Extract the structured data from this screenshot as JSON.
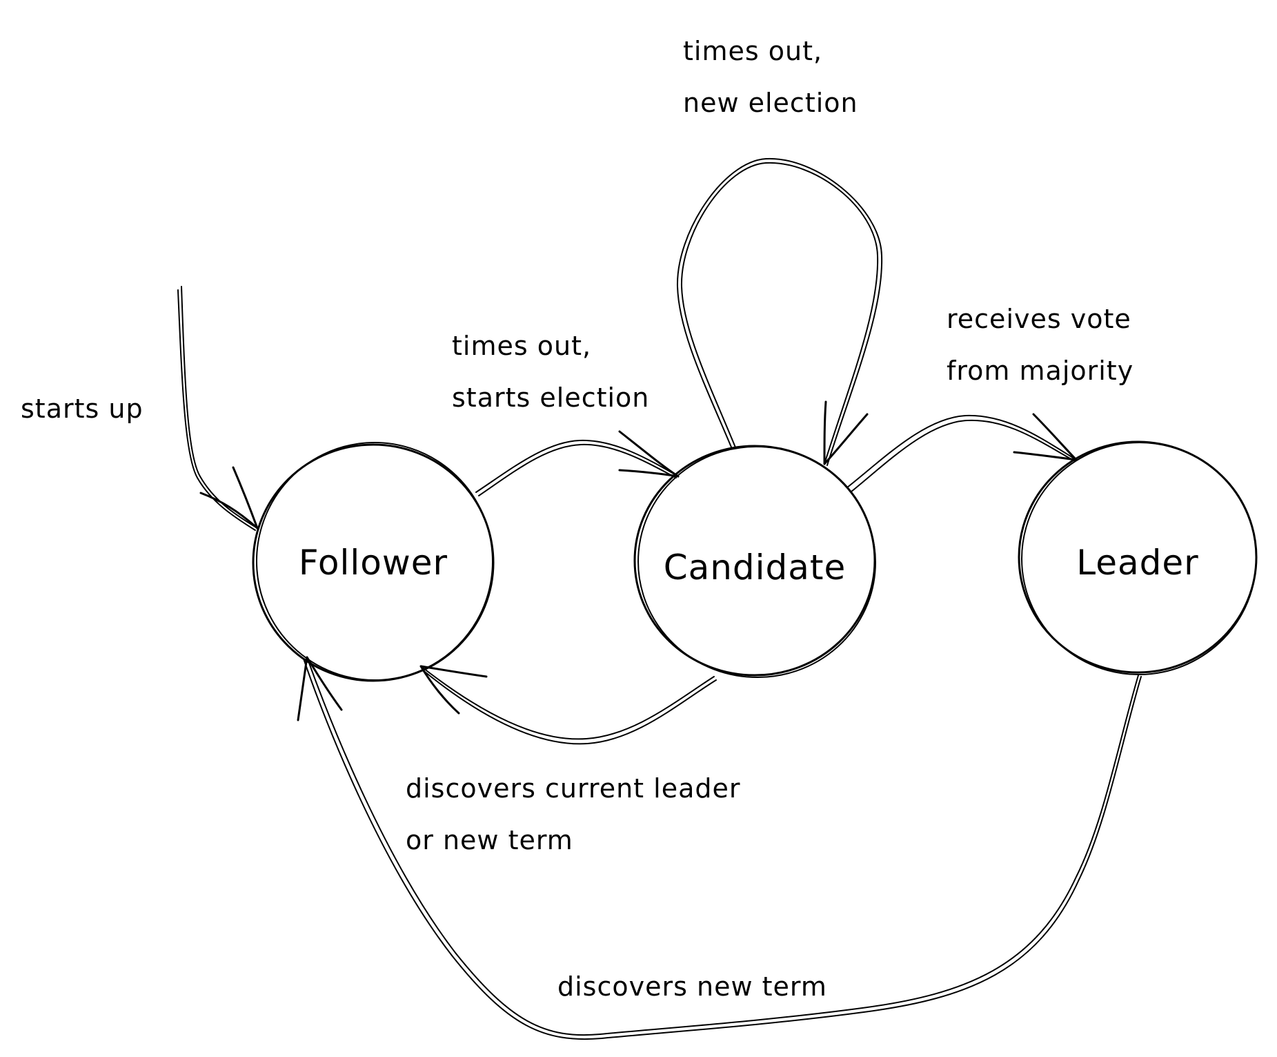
{
  "diagram": {
    "title": "Raft server states",
    "colors": {
      "stroke": "#000000",
      "background": "#ffffff"
    },
    "nodes": [
      {
        "id": "follower",
        "label": "Follower"
      },
      {
        "id": "candidate",
        "label": "Candidate"
      },
      {
        "id": "leader",
        "label": "Leader"
      }
    ],
    "edges": [
      {
        "id": "start",
        "from": null,
        "to": "follower",
        "label_lines": [
          "starts up"
        ]
      },
      {
        "id": "follower-candidate",
        "from": "follower",
        "to": "candidate",
        "label_lines": [
          "times out,",
          "starts election"
        ]
      },
      {
        "id": "candidate-self",
        "from": "candidate",
        "to": "candidate",
        "label_lines": [
          "times out,",
          "new election"
        ]
      },
      {
        "id": "candidate-leader",
        "from": "candidate",
        "to": "leader",
        "label_lines": [
          "receives vote",
          "from majority"
        ]
      },
      {
        "id": "candidate-follower",
        "from": "candidate",
        "to": "follower",
        "label_lines": [
          "discovers current leader",
          "or new term"
        ]
      },
      {
        "id": "leader-follower",
        "from": "leader",
        "to": "follower",
        "label_lines": [
          "discovers new term"
        ]
      }
    ]
  }
}
